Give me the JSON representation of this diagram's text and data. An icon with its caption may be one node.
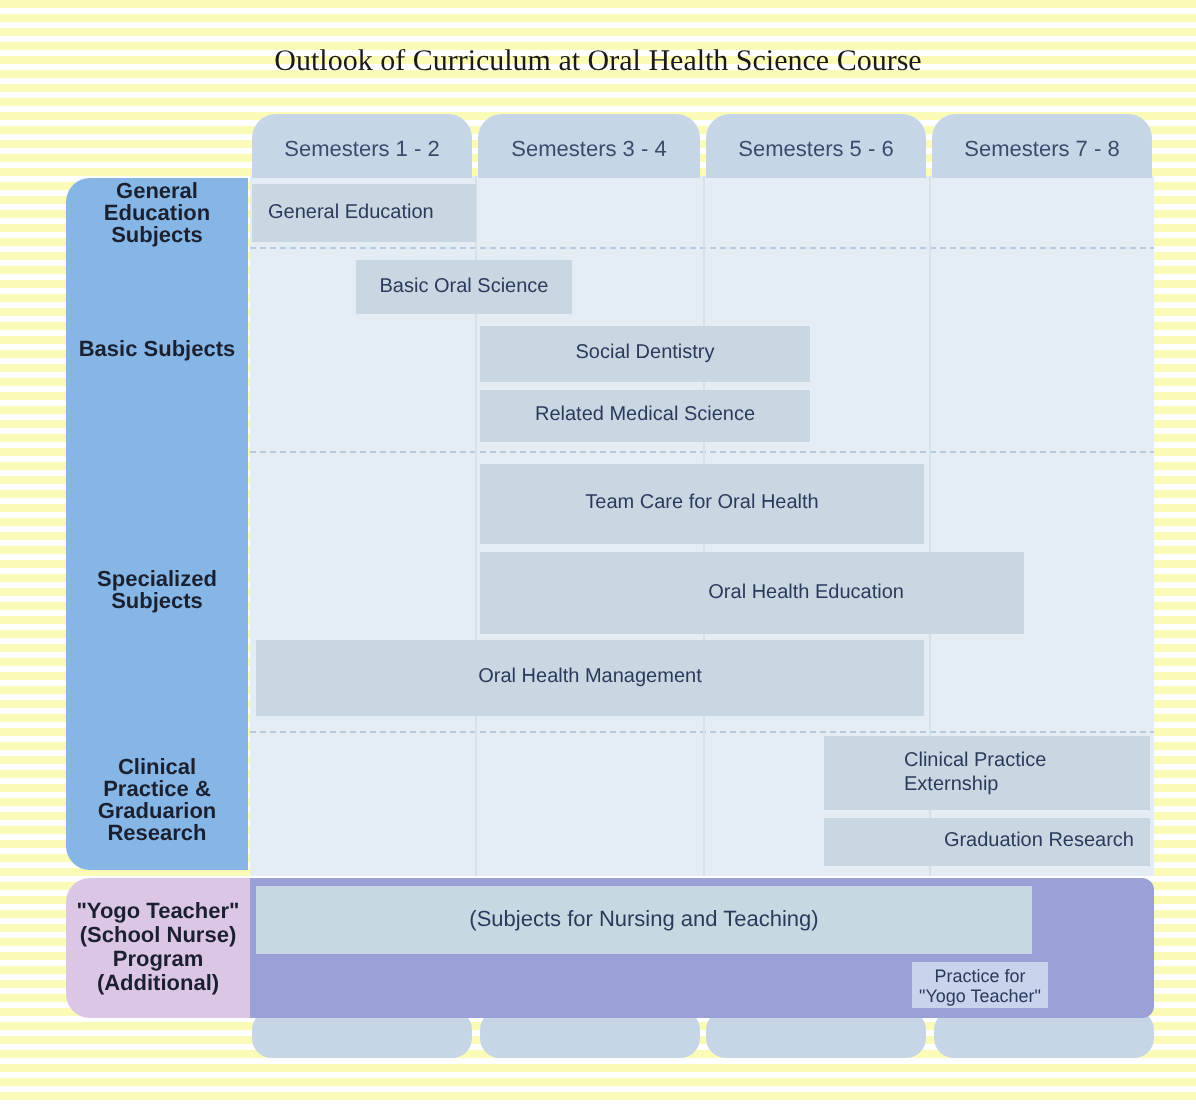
{
  "diagram": {
    "title": "Outlook of Curriculum at Oral Health Science Course",
    "nodes": [
      {
        "text": [
          "Semesters 1 - 2"
        ]
      },
      {
        "text": [
          "Semesters 3 - 4"
        ]
      },
      {
        "text": [
          "Semesters 5 - 6"
        ]
      },
      {
        "text": [
          "Semesters 7 - 8"
        ]
      },
      {
        "text": [
          "General Education Subjects"
        ]
      },
      {
        "text": [
          "General Education"
        ]
      },
      {
        "text": [
          "Basic Subjects"
        ]
      },
      {
        "text": [
          "Basic Oral Science"
        ]
      },
      {
        "text": [
          "Social Dentistry"
        ]
      },
      {
        "text": [
          "Related Medical Science"
        ]
      },
      {
        "text": [
          "Specialized Subjects"
        ]
      },
      {
        "text": [
          "Team Care for Oral Health"
        ]
      },
      {
        "text": [
          "Oral Health Education"
        ]
      },
      {
        "text": [
          "Oral Health Management"
        ]
      },
      {
        "text": [
          "Clinical Practice & Graduarion Research"
        ]
      },
      {
        "text": [
          "Clinical Practice Externship"
        ]
      },
      {
        "text": [
          "Graduation Research"
        ]
      },
      {
        "text": [
          "\"Yogo Teacher\" (School Nurse) Program (Additional)"
        ]
      },
      {
        "text": [],
        "shape": "bar"
      },
      {
        "text": [
          "(Subjects for Nursing and Teaching)"
        ],
        "in": 18
      },
      {
        "text": [
          "Practice for \"Yogo Teacher\""
        ],
        "in": 18
      }
    ]
  }
}
